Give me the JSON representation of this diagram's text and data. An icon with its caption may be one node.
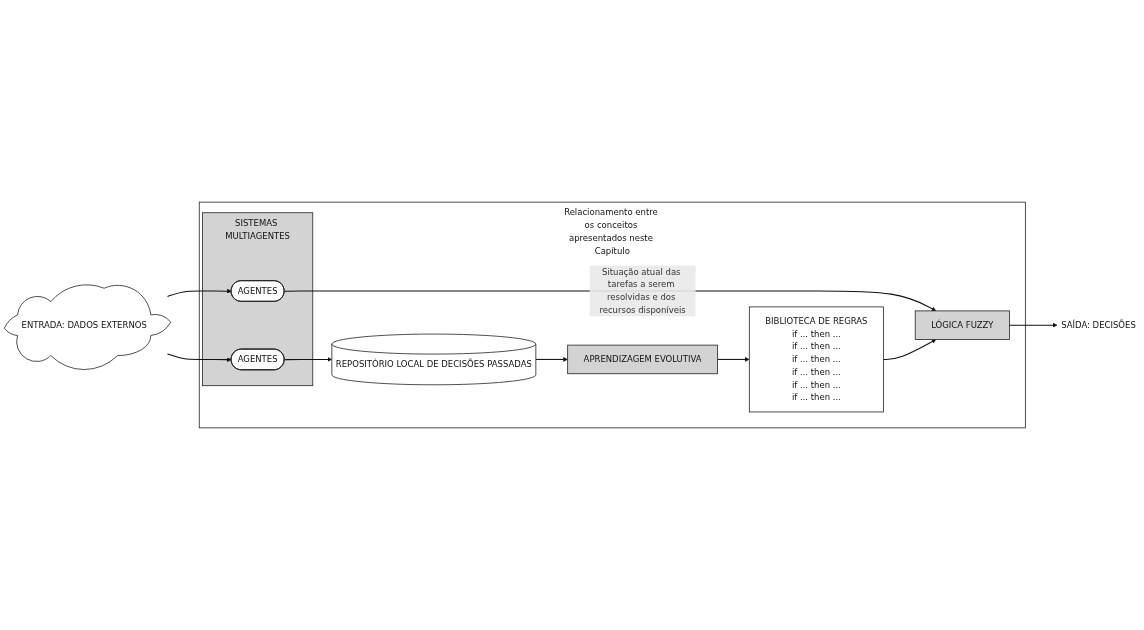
{
  "diagram": {
    "nodes": [
      {
        "text": [
          "Relacionamento entre os conceitos apresentados neste Capítulo"
        ]
      },
      {
        "text": [
          "ENTRADA: DADOS EXTERNOS"
        ]
      },
      {
        "text": [
          "SISTEMAS MULTIAGENTES"
        ],
        "in": 0
      },
      {
        "text": [
          "AGENTES"
        ],
        "in": 2
      },
      {
        "text": [
          "AGENTES"
        ],
        "in": 2
      },
      {
        "text": [
          "APRENDIZAGEM EVOLUTIVA"
        ],
        "in": 0
      },
      {
        "text": [
          "LÓGICA FUZZY"
        ],
        "in": 0
      },
      {
        "text": [
          "REPOSITÓRIO LOCAL DE DECISÕES PASSADAS"
        ],
        "in": 0
      },
      {
        "text": [
          "BIBLIOTECA DE REGRAS",
          "if ... then ...",
          "if ... then ...",
          "if ... then ...",
          "if ... then ...",
          "if ... then ...",
          "if ... then ..."
        ],
        "in": 0
      },
      {
        "text": [
          "SAÍDA: DECISÕES"
        ]
      }
    ],
    "edges": [
      {
        "from": 1,
        "to": 3,
        "arrow": "to"
      },
      {
        "from": 1,
        "to": 4,
        "arrow": "to"
      },
      {
        "from": 3,
        "to": 6,
        "arrow": "to",
        "label": "Situação atual das tarefas a serem resolvidas e dos recursos disponíveis"
      },
      {
        "from": 4,
        "to": 7,
        "arrow": "to"
      },
      {
        "from": 7,
        "to": 5,
        "arrow": "to"
      },
      {
        "from": 5,
        "to": 8,
        "arrow": "to"
      },
      {
        "from": 8,
        "to": 6,
        "arrow": "to"
      },
      {
        "from": 6,
        "to": 9,
        "arrow": "to"
      }
    ]
  }
}
